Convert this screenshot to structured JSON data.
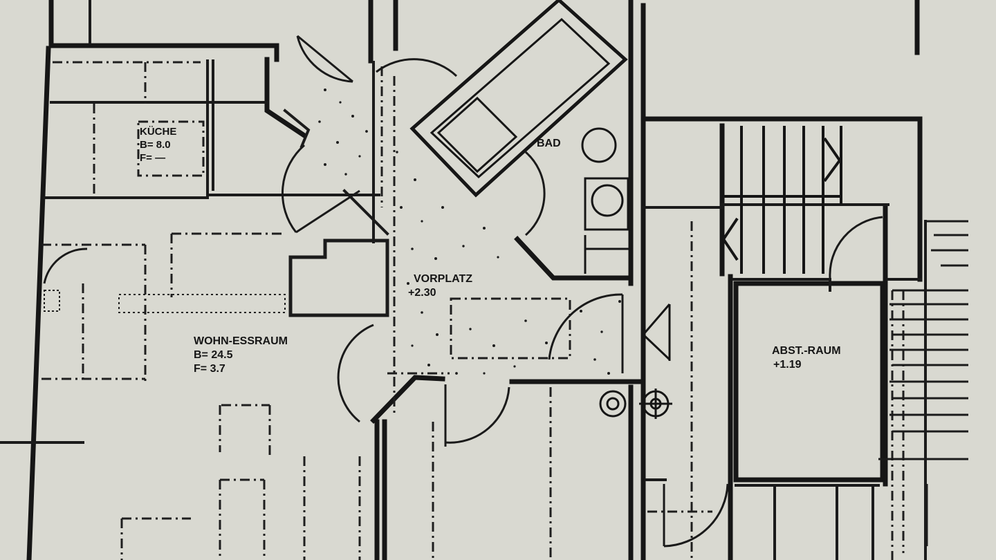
{
  "rooms": {
    "kueche": {
      "name": "KÜCHE",
      "line2": "B= 8.0",
      "line3": "F= —"
    },
    "bad": {
      "name": "BAD"
    },
    "vorplatz": {
      "name": "VORPLATZ",
      "level": "+2.30"
    },
    "wohn": {
      "name": "WOHN-ESSRAUM",
      "line2": "B= 24.5",
      "line3": "F= 3.7"
    },
    "abst": {
      "name": "ABST.-RAUM",
      "level": "+1.19"
    }
  }
}
